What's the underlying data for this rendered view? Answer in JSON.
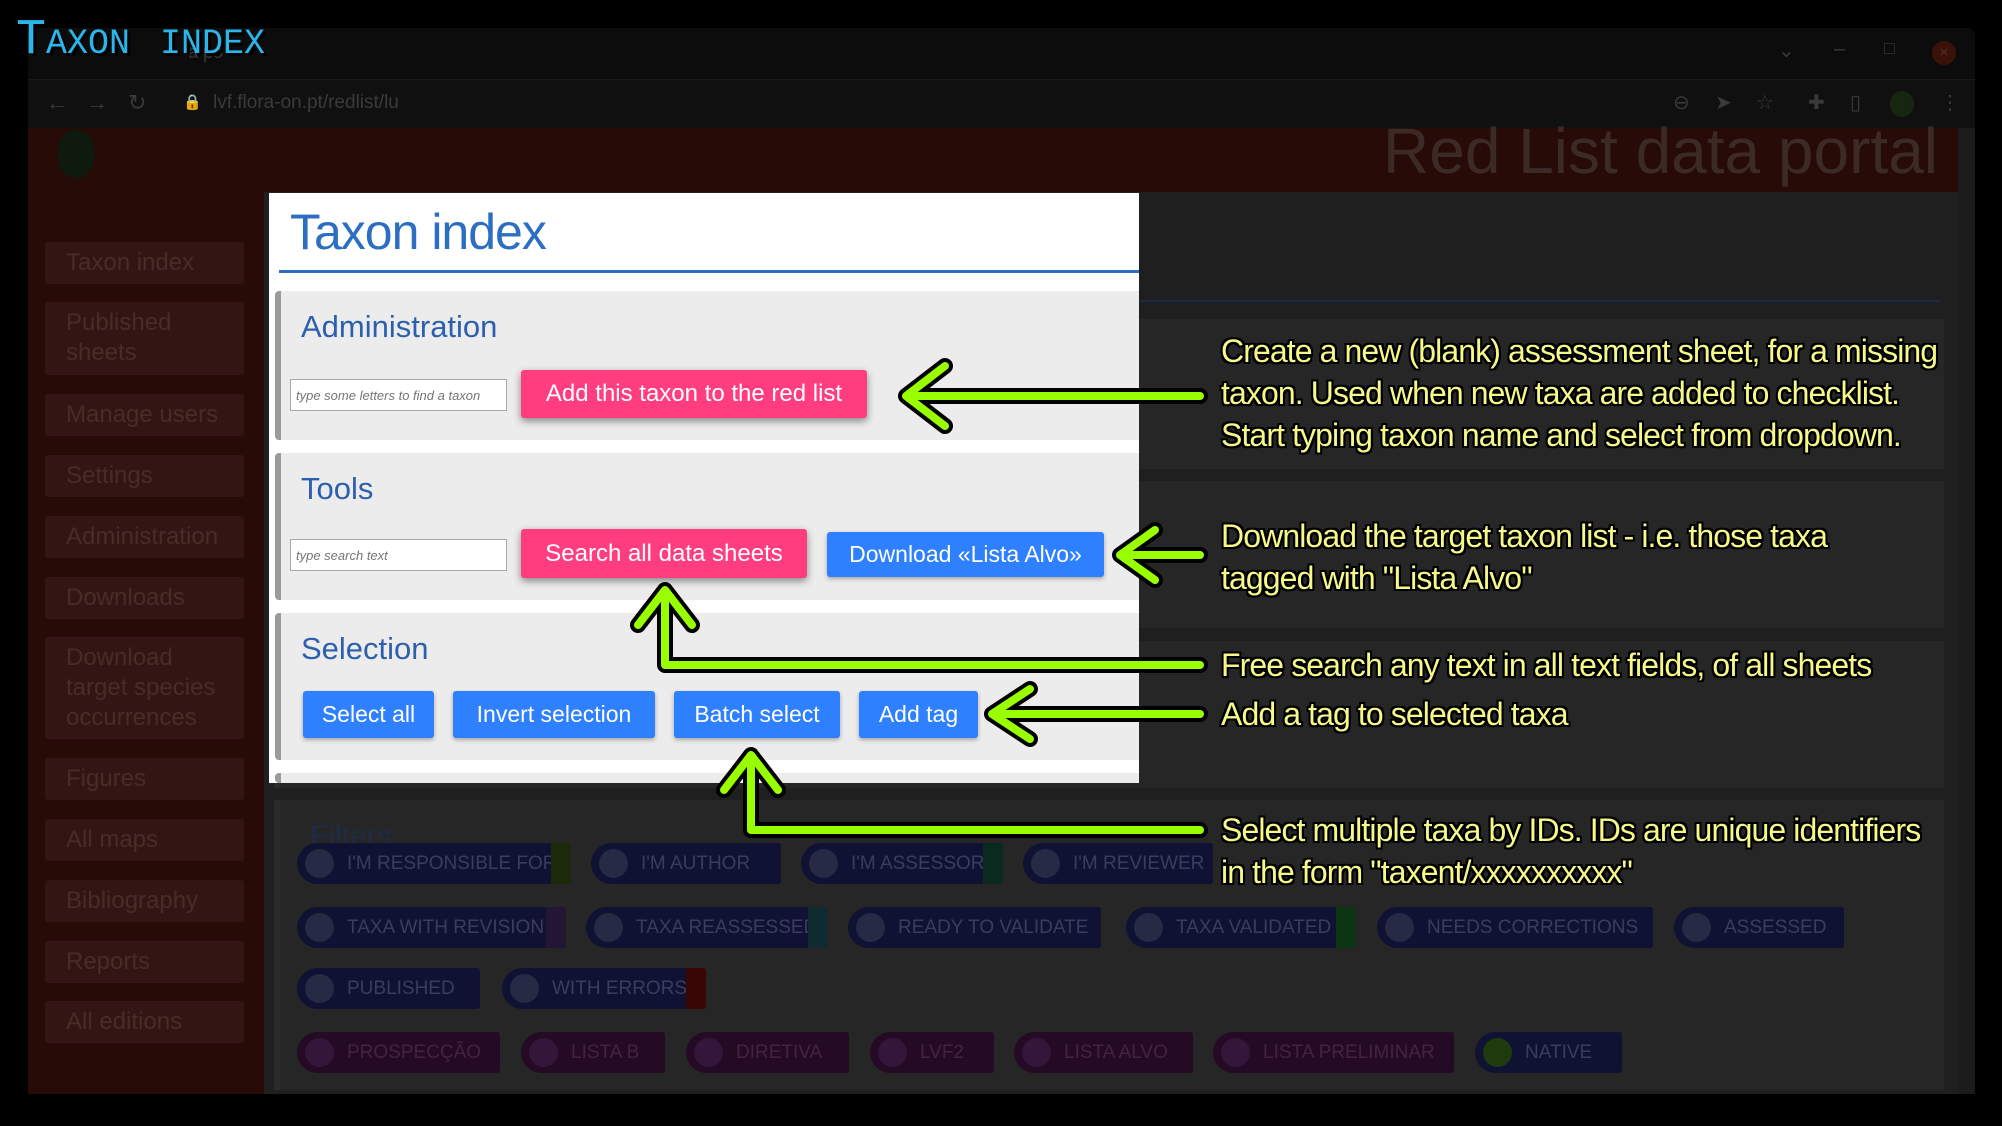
{
  "overlay_title": "Taxon index",
  "browser": {
    "tab_text": "a po",
    "url": "lvf.flora-on.pt/redlist/lu",
    "site_header": "Red List data portal"
  },
  "sidebar": {
    "items": [
      {
        "label": "Taxon index"
      },
      {
        "label": "Published sheets"
      },
      {
        "label": "Manage users"
      },
      {
        "label": "Settings"
      },
      {
        "label": "Administration"
      },
      {
        "label": "Downloads"
      },
      {
        "label": "Download target species occurrences"
      },
      {
        "label": "Figures"
      },
      {
        "label": "All maps"
      },
      {
        "label": "Bibliography"
      },
      {
        "label": "Reports"
      },
      {
        "label": "All editions"
      }
    ]
  },
  "main": {
    "title": "Taxon index",
    "administration": {
      "heading": "Administration",
      "input_placeholder": "type some letters to find a taxon",
      "add_button": "Add this taxon to the red list"
    },
    "tools": {
      "heading": "Tools",
      "input_placeholder": "type search text",
      "search_button": "Search all data sheets",
      "download_button": "Download «Lista Alvo»"
    },
    "selection": {
      "heading": "Selection",
      "buttons": [
        "Select all",
        "Invert selection",
        "Batch select",
        "Add tag"
      ]
    },
    "filters": {
      "heading": "Filters",
      "row1": [
        "I'M RESPONSIBLE FOR",
        "I'M AUTHOR",
        "I'M ASSESSOR",
        "I'M REVIEWER"
      ],
      "row2": [
        "TAXA WITH REVISION",
        "TAXA REASSESSED",
        "READY TO VALIDATE",
        "TAXA VALIDATED",
        "NEEDS CORRECTIONS",
        "ASSESSED"
      ],
      "row3": [
        "PUBLISHED",
        "WITH ERRORS"
      ],
      "row4": [
        "PROSPECÇÃO",
        "LISTA B",
        "DIRETIVA",
        "LVF2",
        "LISTA ALVO",
        "LISTA PRELIMINAR",
        "NATIVE"
      ]
    }
  },
  "annotations": {
    "add_taxon": [
      "Create a new (blank) assessment sheet, for a missing",
      "taxon. Used when new taxa are added to checklist.",
      "Start typing taxon name and select from dropdown."
    ],
    "download": [
      "Download the target taxon list - i.e. those taxa",
      "tagged with \"Lista Alvo\""
    ],
    "search": "Free search any text in all text fields, of all sheets",
    "add_tag": "Add a tag to selected taxa",
    "batch": [
      "Select multiple taxa by IDs. IDs are unique identifiers",
      "in the form \"taxent/xxxxxxxxxx\""
    ]
  },
  "colors": {
    "accent_red": "#ff3d7f",
    "accent_blue": "#2f80ff",
    "arrow": "#99ff00",
    "note": "#f6f98a",
    "title": "#2ab6ea"
  }
}
